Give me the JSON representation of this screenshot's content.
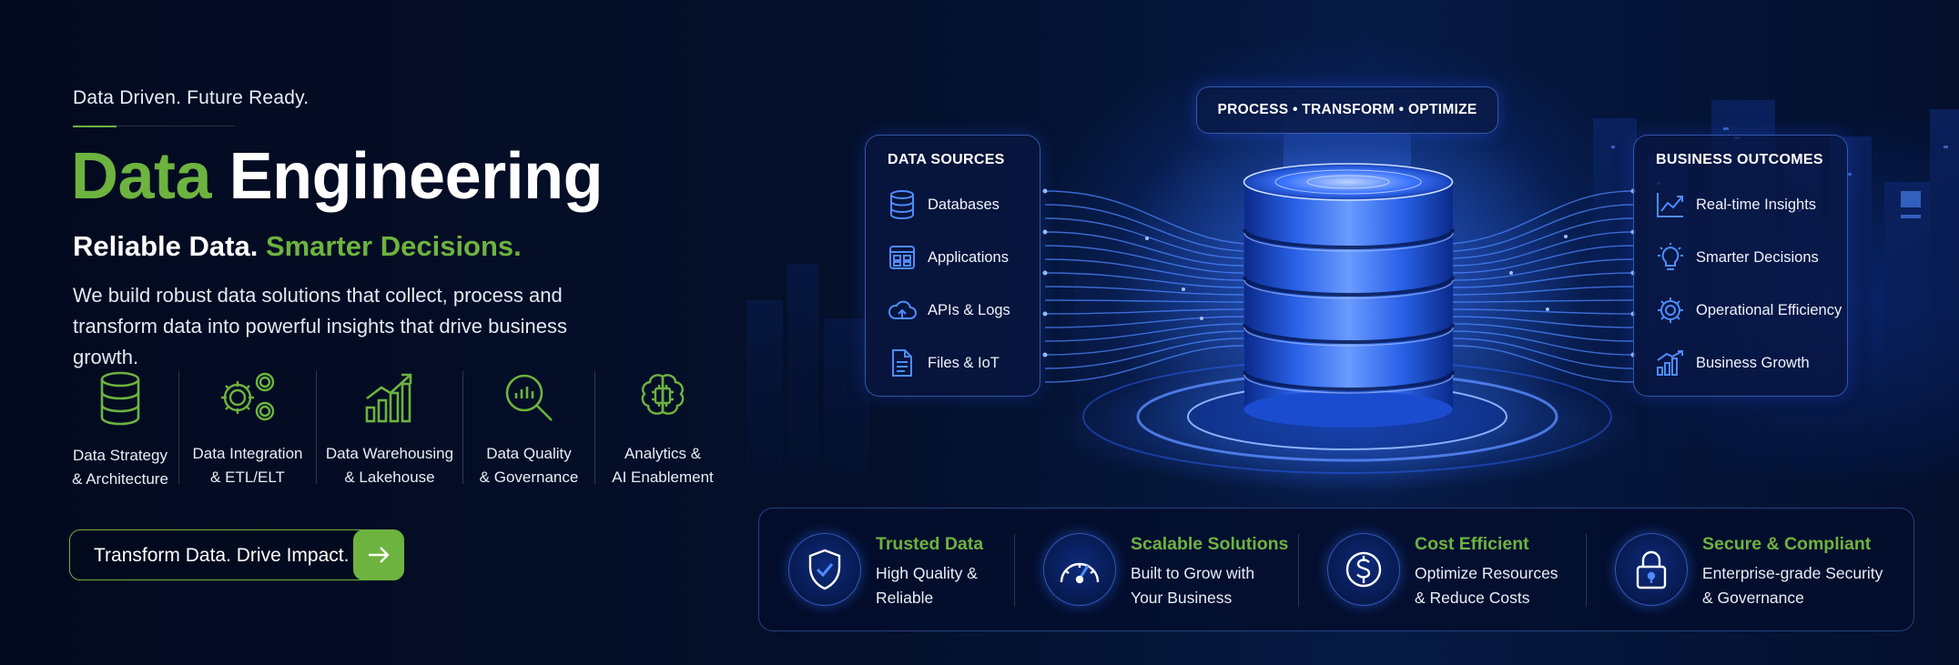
{
  "hero": {
    "tagline": "Data Driven. Future Ready.",
    "title_green": "Data",
    "title_white": "Engineering",
    "subtitle_white": "Reliable Data.",
    "subtitle_green": "Smarter Decisions.",
    "description_line1": "We build robust data solutions that collect, process and",
    "description_line2": "transform data into powerful insights that drive business growth."
  },
  "services": [
    {
      "line1": "Data Strategy",
      "line2": "& Architecture",
      "icon": "database-icon"
    },
    {
      "line1": "Data Integration",
      "line2": "& ETL/ELT",
      "icon": "gears-icon"
    },
    {
      "line1": "Data Warehousing",
      "line2": "& Lakehouse",
      "icon": "growth-chart-icon"
    },
    {
      "line1": "Data Quality",
      "line2": "& Governance",
      "icon": "magnifier-chart-icon"
    },
    {
      "line1": "Analytics &",
      "line2": "AI Enablement",
      "icon": "ai-brain-icon"
    }
  ],
  "cta": {
    "label": "Transform Data. Drive Impact.",
    "icon": "arrow-right-icon"
  },
  "diagram": {
    "process_label": "PROCESS • TRANSFORM • OPTIMIZE",
    "sources": {
      "title": "DATA SOURCES",
      "items": [
        {
          "label": "Databases",
          "icon": "database-icon"
        },
        {
          "label": "Applications",
          "icon": "app-window-icon"
        },
        {
          "label": "APIs & Logs",
          "icon": "cloud-icon"
        },
        {
          "label": "Files & IoT",
          "icon": "file-icon"
        }
      ]
    },
    "outcomes": {
      "title": "BUSINESS OUTCOMES",
      "items": [
        {
          "label": "Real-time Insights",
          "icon": "line-chart-icon"
        },
        {
          "label": "Smarter Decisions",
          "icon": "lightbulb-icon"
        },
        {
          "label": "Operational Efficiency",
          "icon": "gear-icon"
        },
        {
          "label": "Business Growth",
          "icon": "bar-growth-icon"
        }
      ]
    }
  },
  "benefits": [
    {
      "title": "Trusted Data",
      "line1": "High Quality &",
      "line2": "Reliable",
      "icon": "shield-check-icon"
    },
    {
      "title": "Scalable Solutions",
      "line1": "Built to Grow with",
      "line2": "Your Business",
      "icon": "speedometer-icon"
    },
    {
      "title": "Cost Efficient",
      "line1": "Optimize Resources",
      "line2": "& Reduce Costs",
      "icon": "dollar-icon"
    },
    {
      "title": "Secure & Compliant",
      "line1": "Enterprise-grade Security",
      "line2": "& Governance",
      "icon": "lock-icon"
    }
  ],
  "colors": {
    "accent_green": "#6db33f",
    "background": "#030c24",
    "glow_blue": "#2f6bff"
  }
}
